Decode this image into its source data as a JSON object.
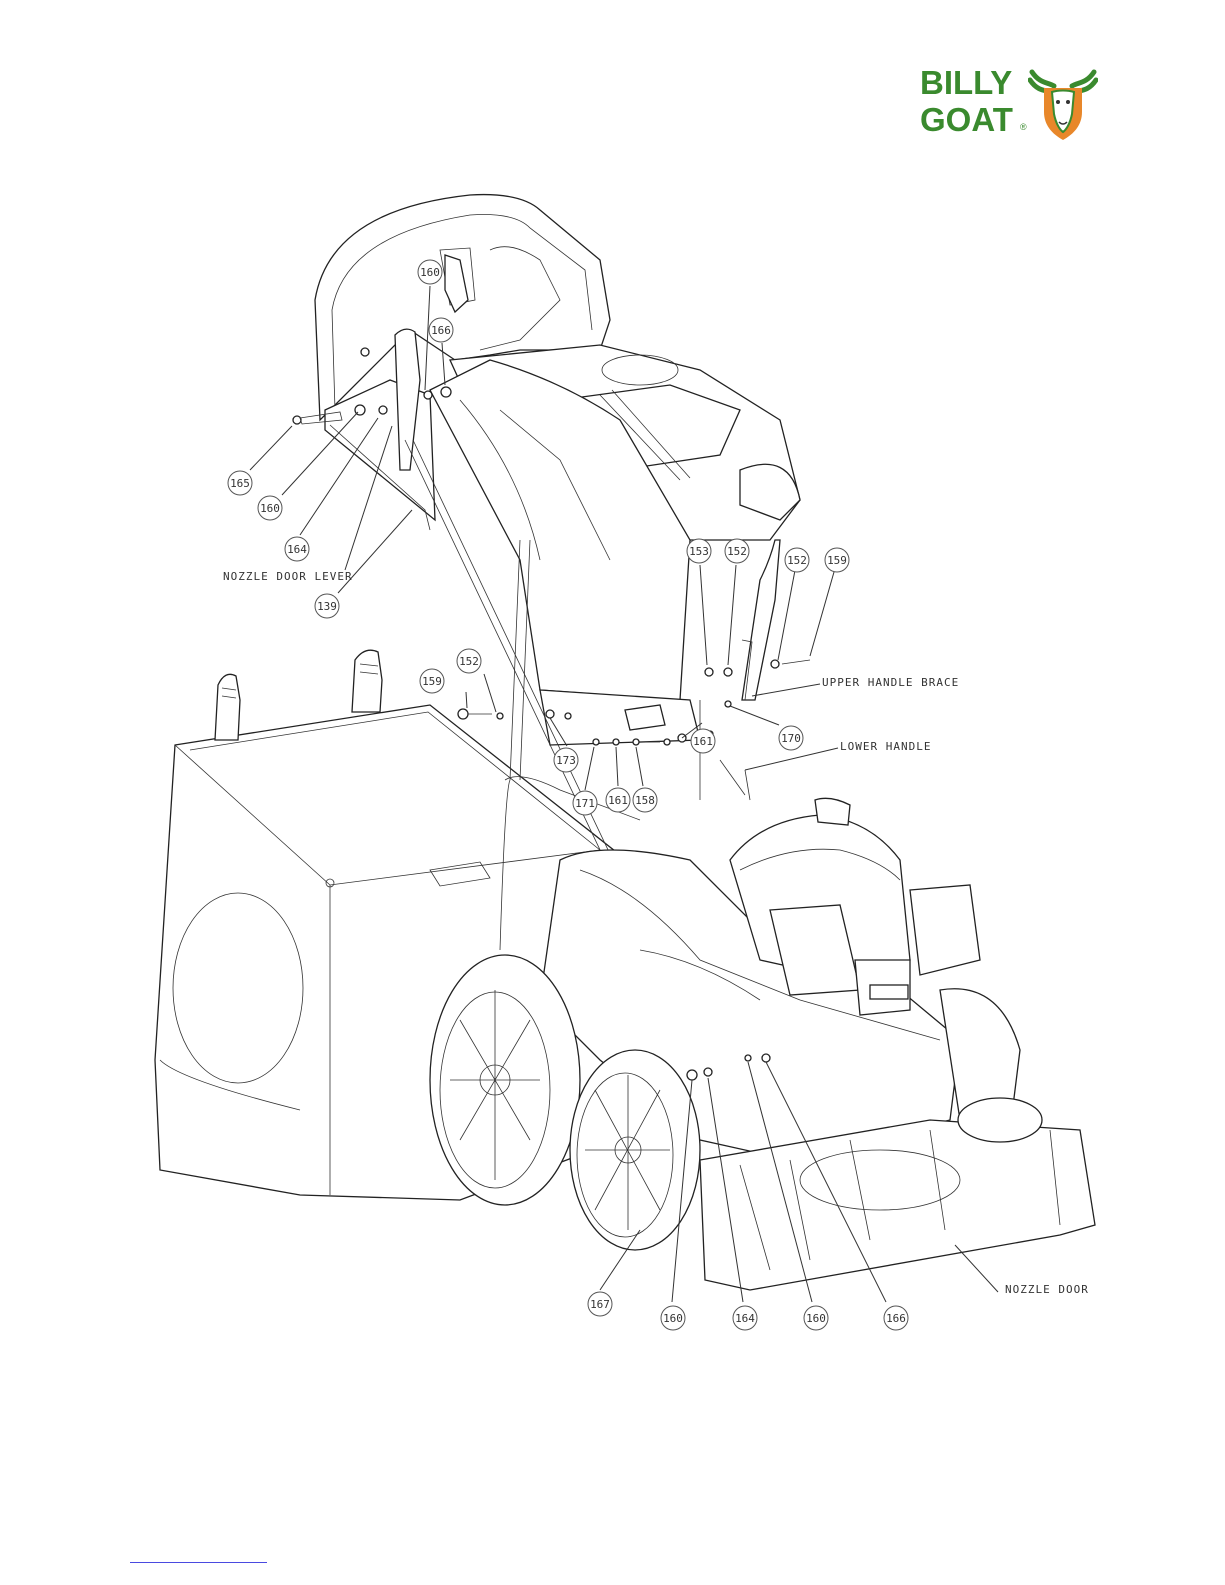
{
  "brand": {
    "line1": "BILLY",
    "line2": "GOAT",
    "registered": "®",
    "text_color": "#3a8a2e",
    "shield_color": "#e8872a"
  },
  "labels": {
    "nozzle_door_lever": "NOZZLE DOOR LEVER",
    "upper_handle_brace": "UPPER HANDLE BRACE",
    "lower_handle": "LOWER HANDLE",
    "nozzle_door": "NOZZLE DOOR"
  },
  "callouts": [
    {
      "id": "c1",
      "num": "160"
    },
    {
      "id": "c2",
      "num": "166"
    },
    {
      "id": "c3",
      "num": "165"
    },
    {
      "id": "c4",
      "num": "160"
    },
    {
      "id": "c5",
      "num": "164"
    },
    {
      "id": "c6",
      "num": "139"
    },
    {
      "id": "c7",
      "num": "153"
    },
    {
      "id": "c8",
      "num": "152"
    },
    {
      "id": "c9",
      "num": "152"
    },
    {
      "id": "c10",
      "num": "159"
    },
    {
      "id": "c11",
      "num": "159"
    },
    {
      "id": "c12",
      "num": "152"
    },
    {
      "id": "c13",
      "num": "173"
    },
    {
      "id": "c14",
      "num": "171"
    },
    {
      "id": "c15",
      "num": "161"
    },
    {
      "id": "c16",
      "num": "158"
    },
    {
      "id": "c17",
      "num": "161"
    },
    {
      "id": "c18",
      "num": "170"
    },
    {
      "id": "c19",
      "num": "167"
    },
    {
      "id": "c20",
      "num": "160"
    },
    {
      "id": "c21",
      "num": "164"
    },
    {
      "id": "c22",
      "num": "160"
    },
    {
      "id": "c23",
      "num": "166"
    }
  ]
}
